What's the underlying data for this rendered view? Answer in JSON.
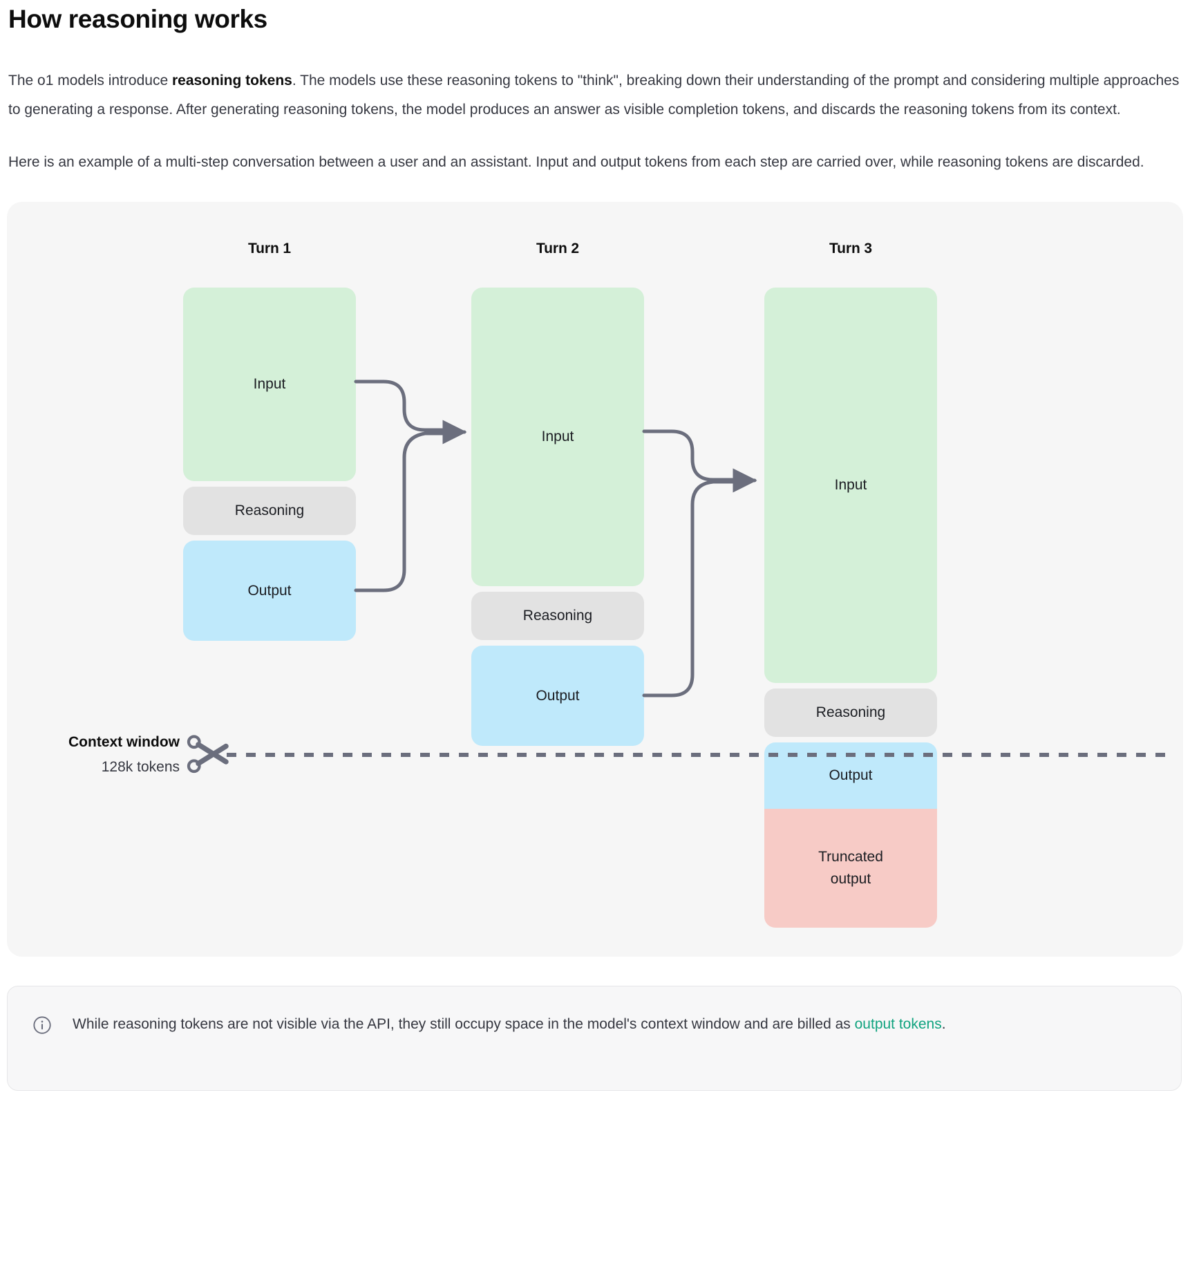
{
  "page_title": "How reasoning works",
  "paragraphs": [
    {
      "pre": "The o1 models introduce ",
      "bold": "reasoning tokens",
      "post": ". The models use these reasoning tokens to \"think\", breaking down their understanding of the prompt and considering multiple approaches to generating a response. After generating reasoning tokens, the model produces an answer as visible completion tokens, and discards the reasoning tokens from its context."
    },
    {
      "text": "Here is an example of a multi-step conversation between a user and an assistant. Input and output tokens from each step are carried over, while reasoning tokens are discarded."
    }
  ],
  "diagram": {
    "turns": [
      {
        "label": "Turn 1",
        "blocks": [
          {
            "label": "Input",
            "kind": "input"
          },
          {
            "label": "Reasoning",
            "kind": "reasoning"
          },
          {
            "label": "Output",
            "kind": "output"
          }
        ]
      },
      {
        "label": "Turn 2",
        "blocks": [
          {
            "label": "Input",
            "kind": "input"
          },
          {
            "label": "Reasoning",
            "kind": "reasoning"
          },
          {
            "label": "Output",
            "kind": "output"
          }
        ]
      },
      {
        "label": "Turn 3",
        "blocks": [
          {
            "label": "Input",
            "kind": "input"
          },
          {
            "label": "Reasoning",
            "kind": "reasoning"
          },
          {
            "label": "Output",
            "kind": "output"
          },
          {
            "label": "Truncated output",
            "kind": "truncated",
            "line1": "Truncated",
            "line2": "output"
          }
        ]
      }
    ],
    "context_window": {
      "title": "Context window",
      "value": "128k tokens"
    },
    "colors": {
      "input": "#d4f0d8",
      "reasoning": "#e2e2e2",
      "output": "#bfe9fb",
      "truncated": "#f7cbc6",
      "wire": "#6b6e7d",
      "panel": "#f6f6f6"
    }
  },
  "callout": {
    "icon": "info-icon",
    "text_before": "While reasoning tokens are not visible via the API, they still occupy space in the model's context window and are billed as ",
    "link": "output tokens",
    "text_after": ".",
    "link_color": "#10a37f"
  }
}
